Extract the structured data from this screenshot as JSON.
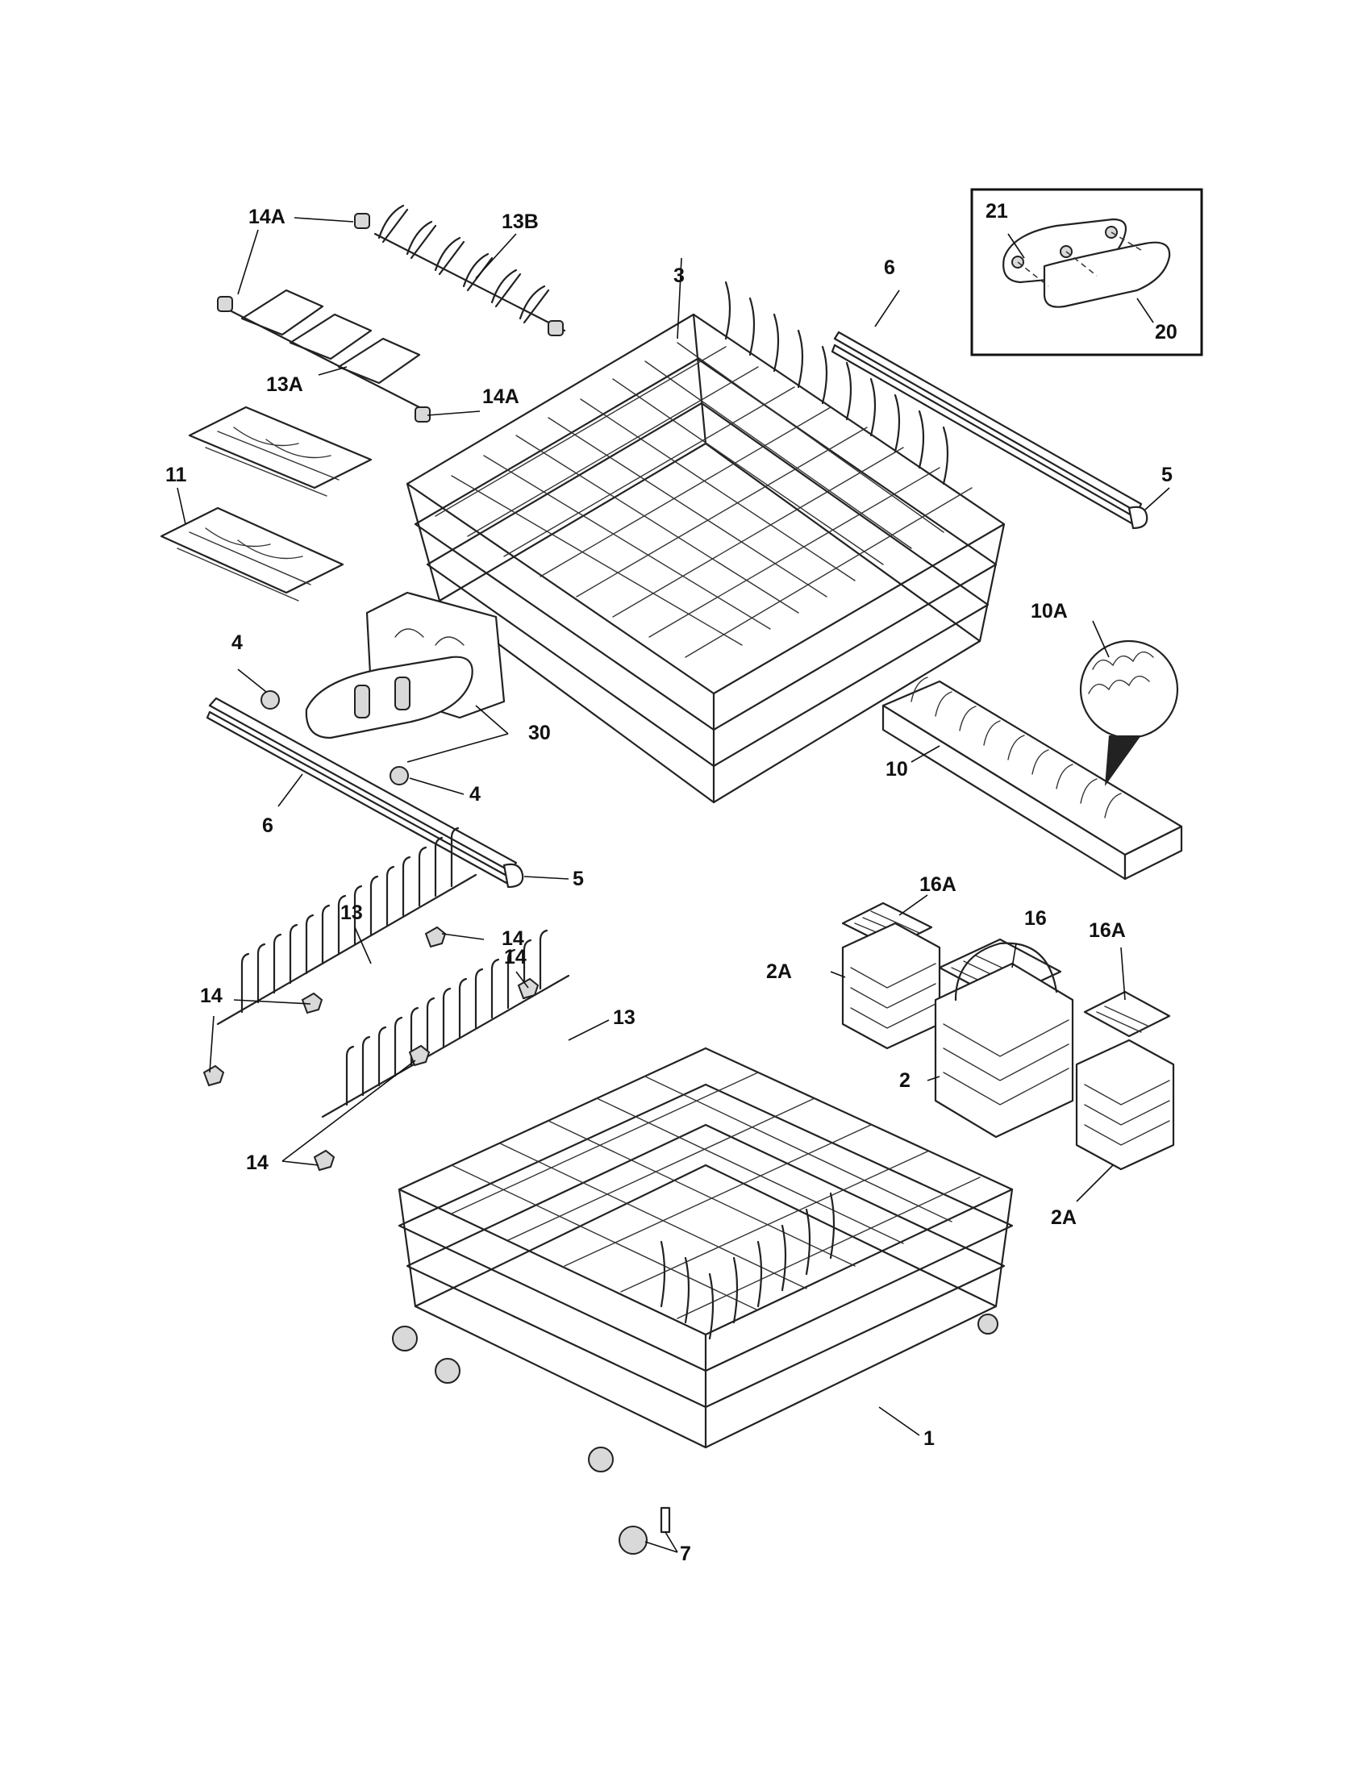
{
  "callouts": [
    {
      "id": "c-14a-top",
      "label": "14A"
    },
    {
      "id": "c-13b",
      "label": "13B"
    },
    {
      "id": "c-13a",
      "label": "13A"
    },
    {
      "id": "c-14a-mid",
      "label": "14A"
    },
    {
      "id": "c-11",
      "label": "11"
    },
    {
      "id": "c-3",
      "label": "3"
    },
    {
      "id": "c-6-top",
      "label": "6"
    },
    {
      "id": "c-21",
      "label": "21"
    },
    {
      "id": "c-20",
      "label": "20"
    },
    {
      "id": "c-5-top",
      "label": "5"
    },
    {
      "id": "c-10a",
      "label": "10A"
    },
    {
      "id": "c-4-upper",
      "label": "4"
    },
    {
      "id": "c-30",
      "label": "30"
    },
    {
      "id": "c-4-lower",
      "label": "4"
    },
    {
      "id": "c-10",
      "label": "10"
    },
    {
      "id": "c-6-bottom",
      "label": "6"
    },
    {
      "id": "c-5-bottom",
      "label": "5"
    },
    {
      "id": "c-16a-left",
      "label": "16A"
    },
    {
      "id": "c-16",
      "label": "16"
    },
    {
      "id": "c-16a-right",
      "label": "16A"
    },
    {
      "id": "c-13-top",
      "label": "13"
    },
    {
      "id": "c-14-top-right",
      "label": "14"
    },
    {
      "id": "c-14-left",
      "label": "14"
    },
    {
      "id": "c-14-right",
      "label": "14"
    },
    {
      "id": "c-13-right",
      "label": "13"
    },
    {
      "id": "c-14-bottom",
      "label": "14"
    },
    {
      "id": "c-2a-left",
      "label": "2A"
    },
    {
      "id": "c-2",
      "label": "2"
    },
    {
      "id": "c-2a-bottom",
      "label": "2A"
    },
    {
      "id": "c-1",
      "label": "1"
    },
    {
      "id": "c-7",
      "label": "7"
    }
  ]
}
